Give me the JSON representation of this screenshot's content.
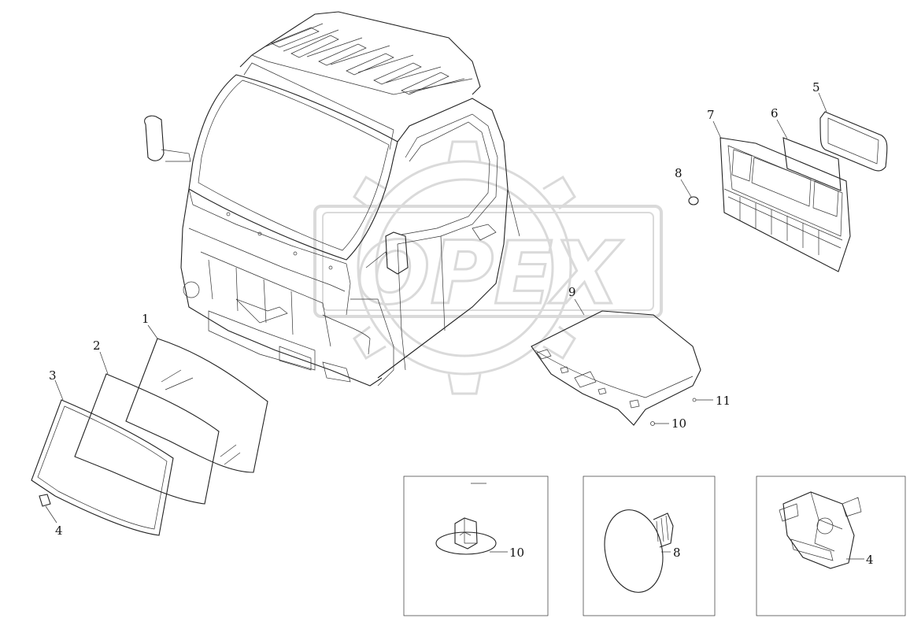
{
  "watermark": {
    "text": "OPEX",
    "color": "#bdbdbd"
  },
  "callouts": {
    "c1": "1",
    "c2": "2",
    "c3": "3",
    "c4": "4",
    "c5": "5",
    "c6": "6",
    "c7": "7",
    "c8": "8",
    "c9": "9",
    "c10": "10",
    "c11": "11"
  },
  "detail_boxes": {
    "clip": {
      "label": "10"
    },
    "plug": {
      "label": "8"
    },
    "bracket": {
      "label": "4"
    }
  }
}
